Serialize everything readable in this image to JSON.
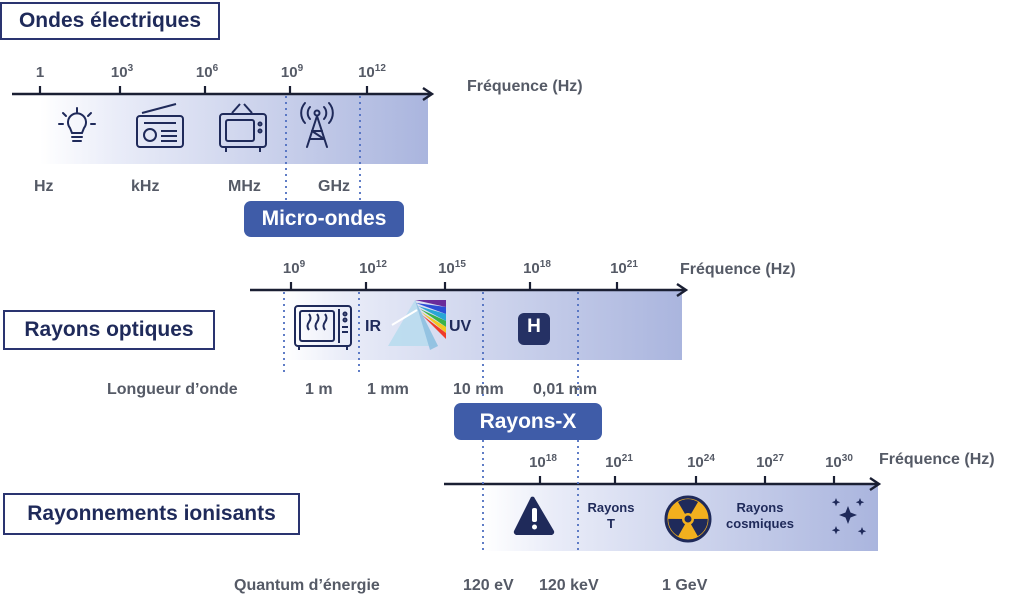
{
  "sections": {
    "electric": {
      "title": "Ondes électriques"
    },
    "optical": {
      "title": "Rayons optiques"
    },
    "ionizing": {
      "title": "Rayonnements ionisants"
    }
  },
  "bands": {
    "microwaves": "Micro-ondes",
    "xrays": "Rayons-X"
  },
  "axes": {
    "electric": {
      "label": "Fréquence (Hz)",
      "ticks": [
        {
          "base": "1",
          "exp": ""
        },
        {
          "base": "10",
          "exp": "3"
        },
        {
          "base": "10",
          "exp": "6"
        },
        {
          "base": "10",
          "exp": "9"
        },
        {
          "base": "10",
          "exp": "12"
        }
      ],
      "units": [
        "Hz",
        "kHz",
        "MHz",
        "GHz"
      ]
    },
    "optical": {
      "label": "Fréquence (Hz)",
      "ticks": [
        {
          "base": "10",
          "exp": "9"
        },
        {
          "base": "10",
          "exp": "12"
        },
        {
          "base": "10",
          "exp": "15"
        },
        {
          "base": "10",
          "exp": "18"
        },
        {
          "base": "10",
          "exp": "21"
        }
      ],
      "inner_labels": {
        "ir": "IR",
        "uv": "UV",
        "h": "H"
      },
      "row_label": "Longueur d’onde",
      "row_values": [
        "1 m",
        "1 mm",
        "10 mm",
        "0,01 mm"
      ]
    },
    "ionizing": {
      "label": "Fréquence (Hz)",
      "ticks": [
        {
          "base": "10",
          "exp": "18"
        },
        {
          "base": "10",
          "exp": "21"
        },
        {
          "base": "10",
          "exp": "24"
        },
        {
          "base": "10",
          "exp": "27"
        },
        {
          "base": "10",
          "exp": "30"
        }
      ],
      "inner_labels": {
        "gamma_l1": "Rayons",
        "gamma_l2": "T",
        "cosmic_l1": "Rayons",
        "cosmic_l2": "cosmiques"
      },
      "row_label": "Quantum d’énergie",
      "row_values": [
        "120 eV",
        "120 keV",
        "1 GeV"
      ]
    }
  },
  "icons": [
    "lightbulb-icon",
    "radio-icon",
    "tv-icon",
    "antenna-tower-icon",
    "microwave-oven-icon",
    "prism-icon",
    "hydrogen-icon",
    "warning-icon",
    "radiation-icon",
    "sparkles-icon"
  ],
  "colors": {
    "navy": "#1f2a5a",
    "band_blue": "#3f5ca8",
    "grey_text": "#555a66",
    "gradient_end": "#aab5de"
  }
}
